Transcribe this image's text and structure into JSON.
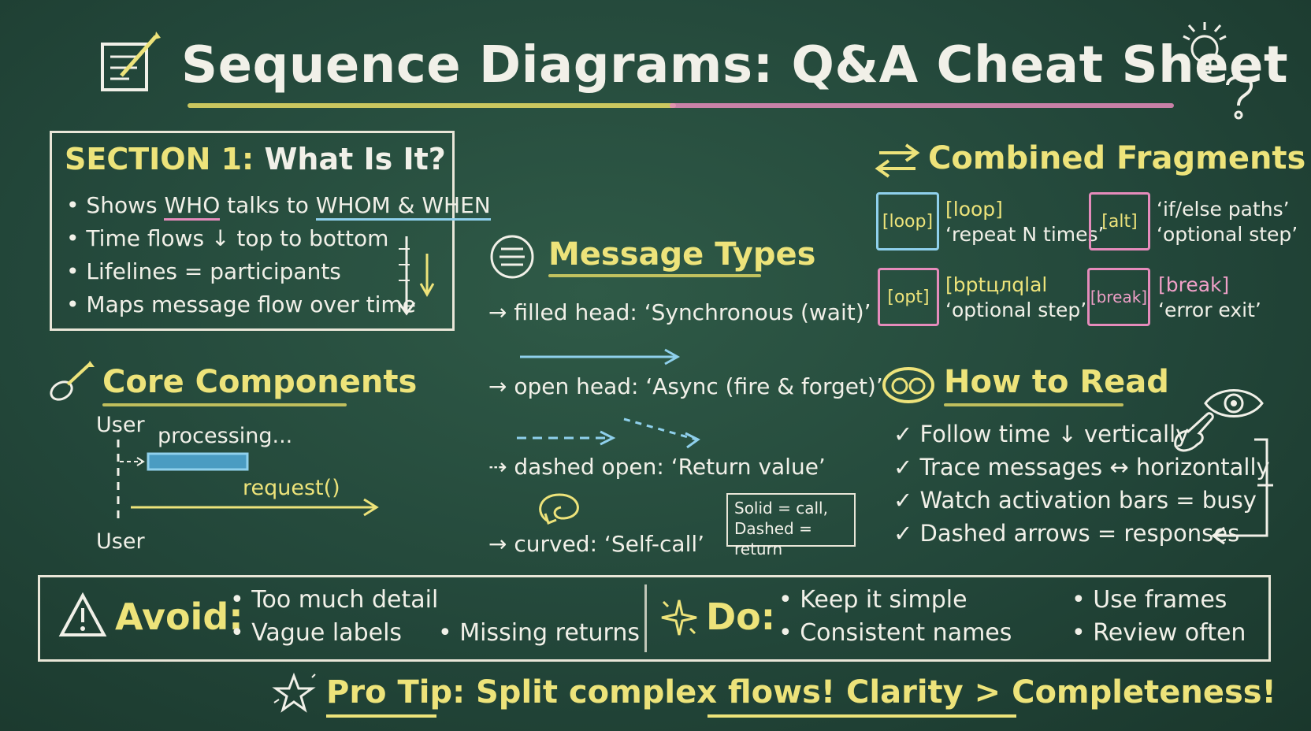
{
  "title": "Sequence Diagrams: Q&A Cheat Sheet",
  "colors": {
    "chalk": "#f1f0e8",
    "yellow": "#ede37a",
    "pink": "#f0a0c8",
    "blue": "#8fd0ec",
    "board": "#23473a"
  },
  "section1": {
    "title_prefix": "SECTION 1:",
    "title_rest": " What Is It?",
    "bullets": {
      "b1_a": "Shows ",
      "b1_who": "WHO",
      "b1_b": " talks to ",
      "b1_whom": "WHOM & WHEN",
      "b2": "Time flows ↓ top to bottom",
      "b3": "Lifelines = participants",
      "b4": "Maps message flow over time"
    }
  },
  "core": {
    "title": "Core Components",
    "user_top": "User",
    "user_bottom": "User",
    "processing": "processing...",
    "request": "request()"
  },
  "messages": {
    "title": "Message Types",
    "m1": "→ filled head: ‘Synchronous (wait)’",
    "m2": "→ open head: ‘Async (fire & forget)’",
    "m3": "⇢ dashed open: ‘Return value’",
    "m4": "→ curved: ‘Self-call’",
    "legend_line1": "Solid = call,",
    "legend_line2": "Dashed = return"
  },
  "fragments": {
    "title": "Combined Fragments",
    "loop_box": "[loop]",
    "loop_label": "[loop]",
    "loop_desc": "‘repeat N times’",
    "alt_box": "[alt]",
    "alt_label": "‘if/else paths’",
    "alt_desc": "‘optional step’",
    "opt_box": "[opt]",
    "opt_label": "[bptцлqlal",
    "opt_desc": "‘optional step’",
    "break_box": "[break]",
    "break_label": "[break]",
    "break_desc": "‘error exit’"
  },
  "how_to_read": {
    "title": "How to Read",
    "c1": "✓ Follow time ↓ vertically",
    "c2": "✓ Trace messages ↔ horizontally",
    "c3": "✓ Watch activation bars = busy",
    "c4": "✓ Dashed arrows = responses"
  },
  "avoid": {
    "label": "Avoid:",
    "i1": "• Too much detail",
    "i2": "• Vague labels",
    "i3": "• Missing returns"
  },
  "do": {
    "label": "Do:",
    "i1": "• Keep it simple",
    "i2": "• Consistent names",
    "i3": "• Use frames",
    "i4": "• Review often"
  },
  "pro_tip": "Pro Tip: Split complex flows! Clarity > Completeness!",
  "icons": [
    "notepad-pencil-icon",
    "lightbulb-icon",
    "question-mark-icon",
    "menu-lines-icon",
    "swap-arrows-icon",
    "pencil-icon",
    "eyes-icon",
    "eye-icon",
    "pointing-hand-icon",
    "warning-icon",
    "sparkle-icon",
    "star-icon"
  ]
}
